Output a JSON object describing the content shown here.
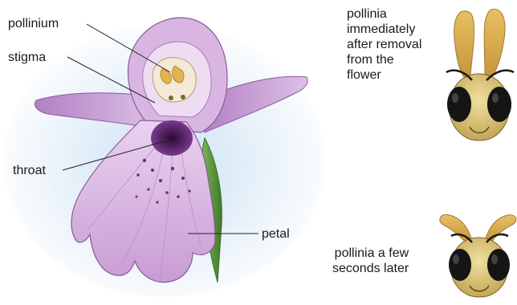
{
  "labels": {
    "pollinium": "pollinium",
    "stigma": "stigma",
    "throat": "throat",
    "petal": "petal"
  },
  "annotations": {
    "removal_lines": [
      "pollinia",
      "immediately",
      "after removal",
      "from the",
      "flower"
    ],
    "later_lines": [
      "pollinia a few",
      "seconds later"
    ]
  },
  "colors": {
    "petal_light": "#f3e4f5",
    "petal_mid": "#c9a0d3",
    "petal_dark": "#9b5fb0",
    "throat": "#3c1348",
    "pollinia": "#e2b44c",
    "stem": "#5c9a3a",
    "backdrop": "#c8dff2",
    "bee_head": "#d8c072",
    "bee_eye": "#151515"
  }
}
